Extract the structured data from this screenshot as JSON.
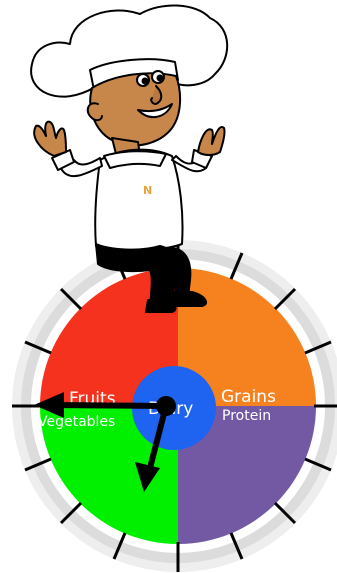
{
  "game": {
    "wheel": {
      "segments": [
        {
          "id": "fruits",
          "label": "Fruits",
          "color": "#f5321e"
        },
        {
          "id": "grains-top",
          "label": "Grains",
          "color": "#f5821e"
        },
        {
          "id": "vegetables",
          "label": "Vegetables",
          "color": "#00f000"
        },
        {
          "id": "protein",
          "label": "Protein",
          "color": "#7359a4"
        }
      ],
      "center": {
        "label": "Dairy",
        "color": "#1e64f0"
      },
      "rim_color": "#dcdcdc",
      "tick_count": 16
    },
    "pointer": {
      "hands": [
        "minute-hand",
        "hour-hand"
      ]
    },
    "mascot": {
      "name": "chef-mascot",
      "logo_text": "N"
    }
  }
}
